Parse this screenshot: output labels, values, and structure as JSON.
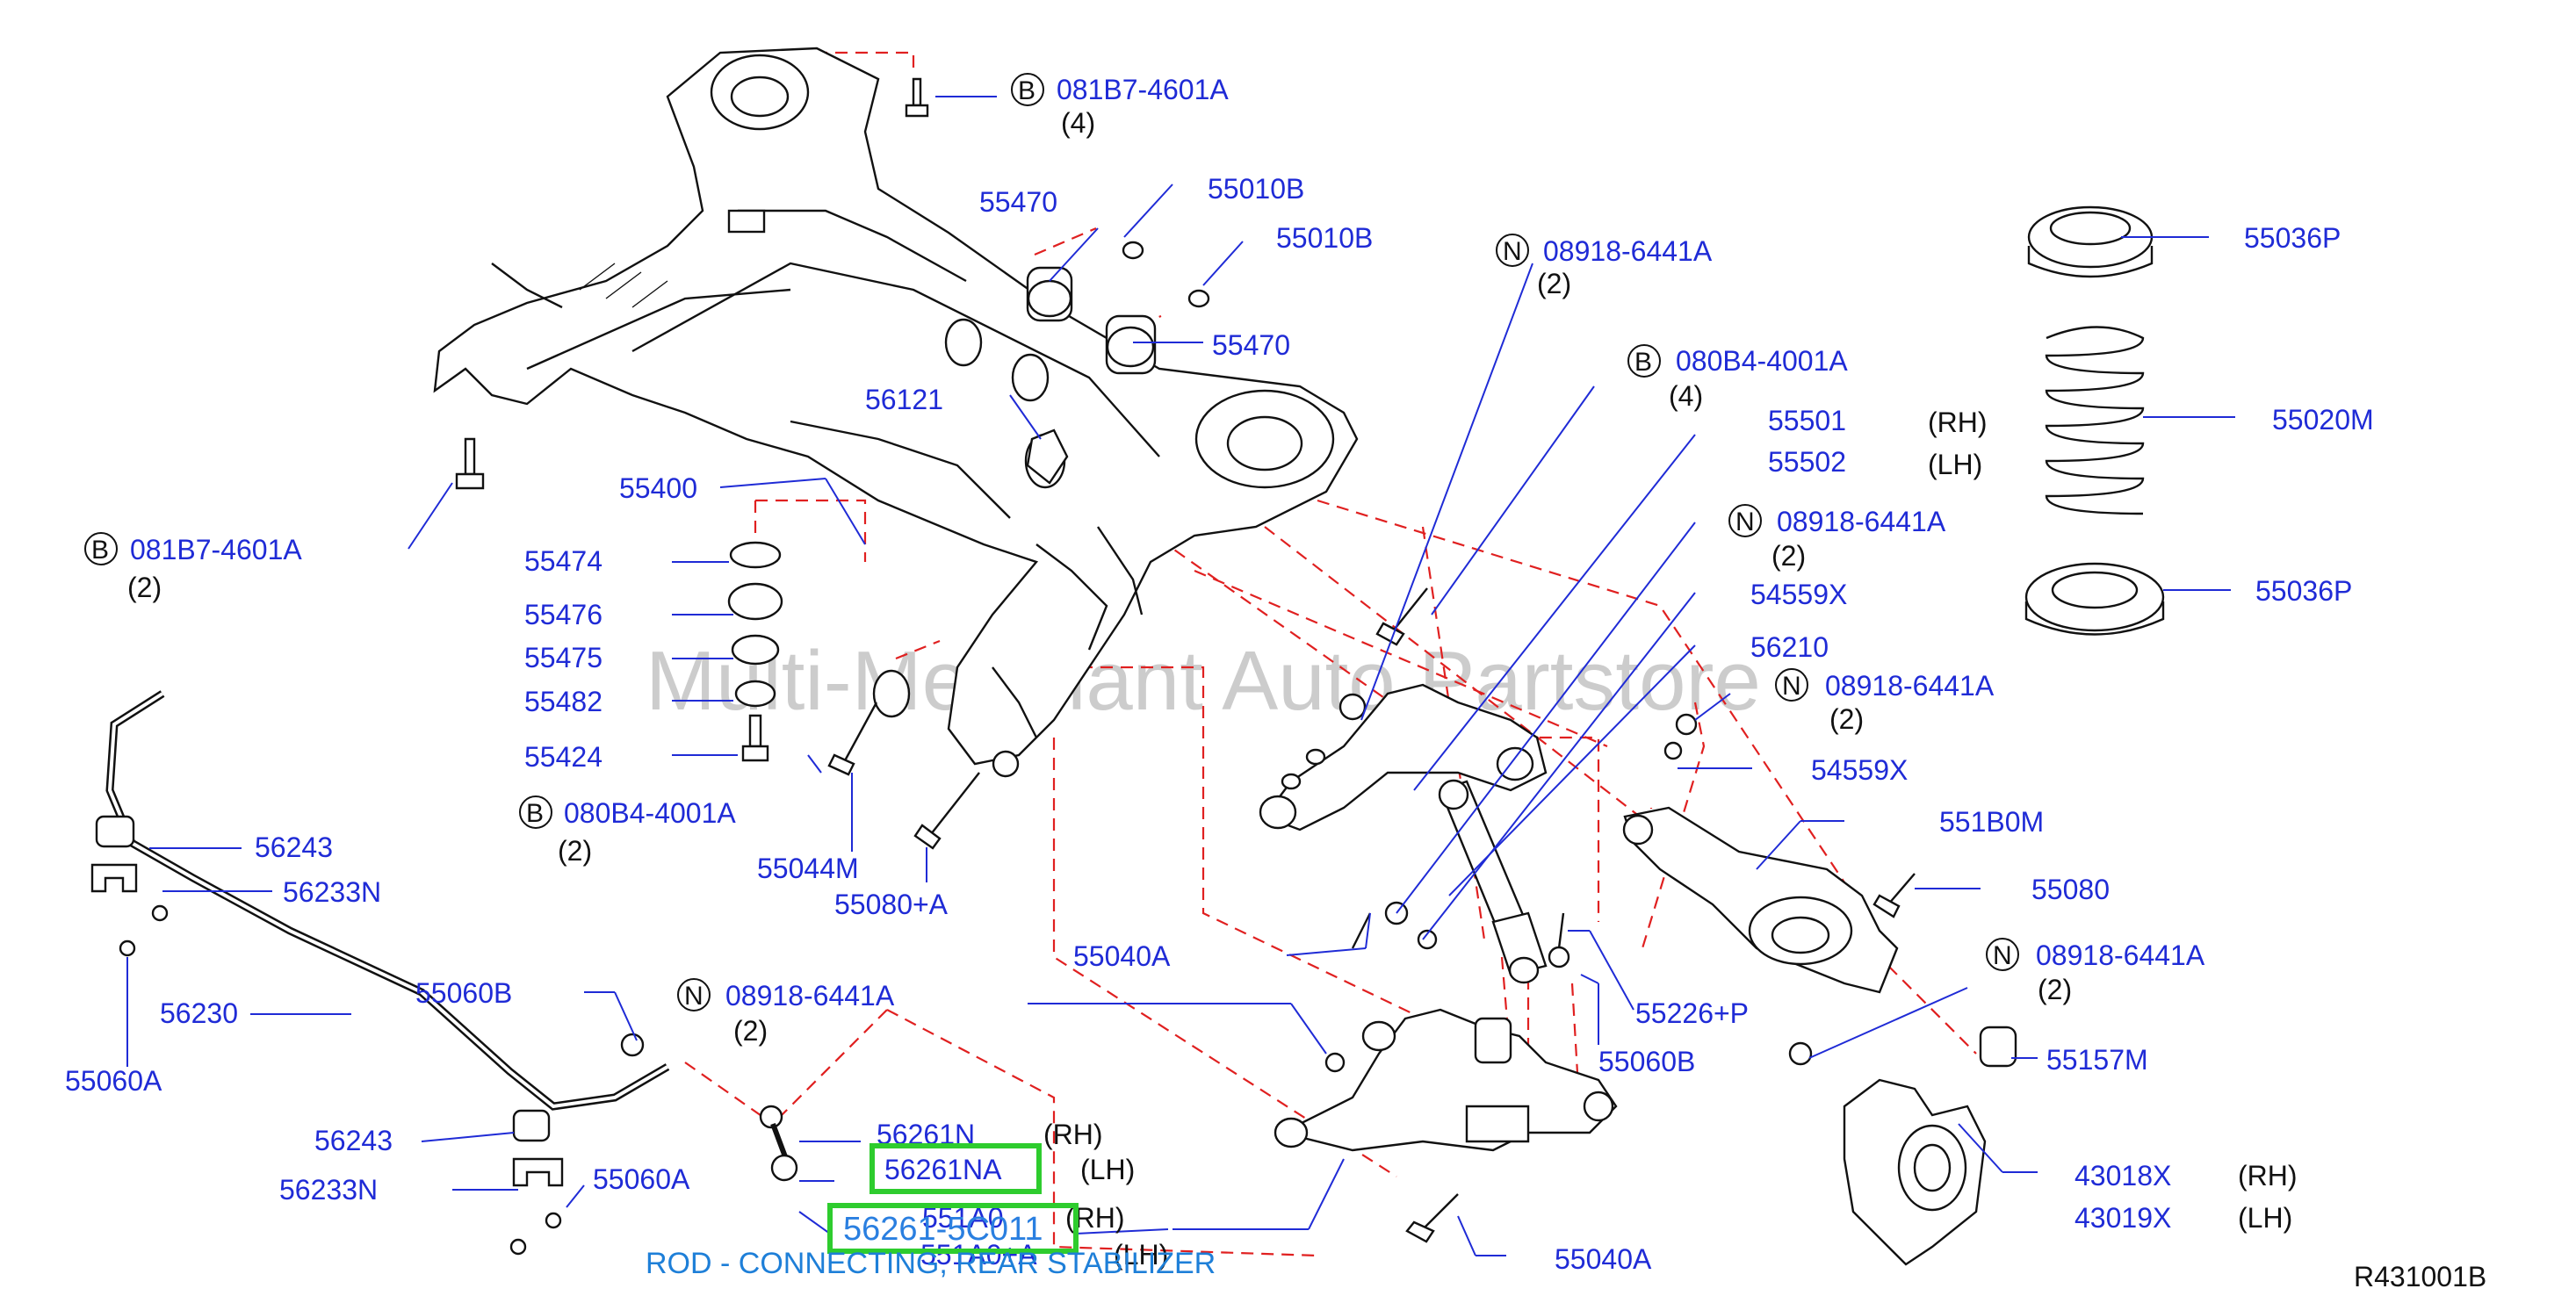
{
  "watermark": "Multi-Merchant Auto Partstore",
  "diagram_code": "R431001B",
  "caption": "ROD - CONNECTING, REAR STABILIZER",
  "callouts": {
    "b_081b7_top": {
      "badge": "B",
      "code": "081B7-4601A",
      "qty": "(4)"
    },
    "b_081b7_left": {
      "badge": "B",
      "code": "081B7-4601A",
      "qty": "(2)"
    },
    "b_080b4_mid": {
      "badge": "B",
      "code": "080B4-4001A",
      "qty": "(4)"
    },
    "b_080b4_left": {
      "badge": "B",
      "code": "080B4-4001A",
      "qty": "(2)"
    },
    "n_08918_a": {
      "badge": "N",
      "code": "08918-6441A",
      "qty": "(2)"
    },
    "n_08918_b": {
      "badge": "N",
      "code": "08918-6441A",
      "qty": "(2)"
    },
    "n_08918_c": {
      "badge": "N",
      "code": "08918-6441A",
      "qty": "(2)"
    },
    "n_08918_d": {
      "badge": "N",
      "code": "08918-6441A",
      "qty": "(2)"
    },
    "n_08918_e": {
      "badge": "N",
      "code": "08918-6441A",
      "qty": "(2)"
    }
  },
  "labels": {
    "p55470a": "55470",
    "p55010ba": "55010B",
    "p55010bb": "55010B",
    "p55470b": "55470",
    "p56121": "56121",
    "p55400": "55400",
    "p55474": "55474",
    "p55476": "55476",
    "p55475": "55475",
    "p55482": "55482",
    "p55424": "55424",
    "p55044m": "55044M",
    "p55080a": "55080+A",
    "p56243a": "56243",
    "p56233na": "56233N",
    "p56230": "56230",
    "p55060aa": "55060A",
    "p55060ba": "55060B",
    "p56243b": "56243",
    "p56233nb": "56233N",
    "p55060ab": "55060A",
    "p56261n": "56261N",
    "p56261na": "56261NA",
    "p551a0": "551A0",
    "p551a0a": "551A0+A",
    "p5626x": "56261-5C011",
    "p55040aa": "55040A",
    "p55040ab": "55040A",
    "p55036pa": "55036P",
    "p55020m": "55020M",
    "p55036pb": "55036P",
    "p55501": "55501",
    "p55502": "55502",
    "p54559xa": "54559X",
    "p56210": "56210",
    "p54559xb": "54559X",
    "p551b0m": "551B0M",
    "p55080": "55080",
    "p55226p": "55226+P",
    "p55060bb": "55060B",
    "p55157m": "55157M",
    "p43018x": "43018X",
    "p43019x": "43019X"
  },
  "sides": {
    "rh1": "(RH)",
    "lh1": "(LH)",
    "rh2": "(RH)",
    "lh2": "(LH)",
    "rh3": "(RH)",
    "lh3": "(LH)",
    "rh4": "(RH)",
    "lh4": "(LH)"
  },
  "highlights": [
    "56261NA",
    "56261-5C011"
  ]
}
